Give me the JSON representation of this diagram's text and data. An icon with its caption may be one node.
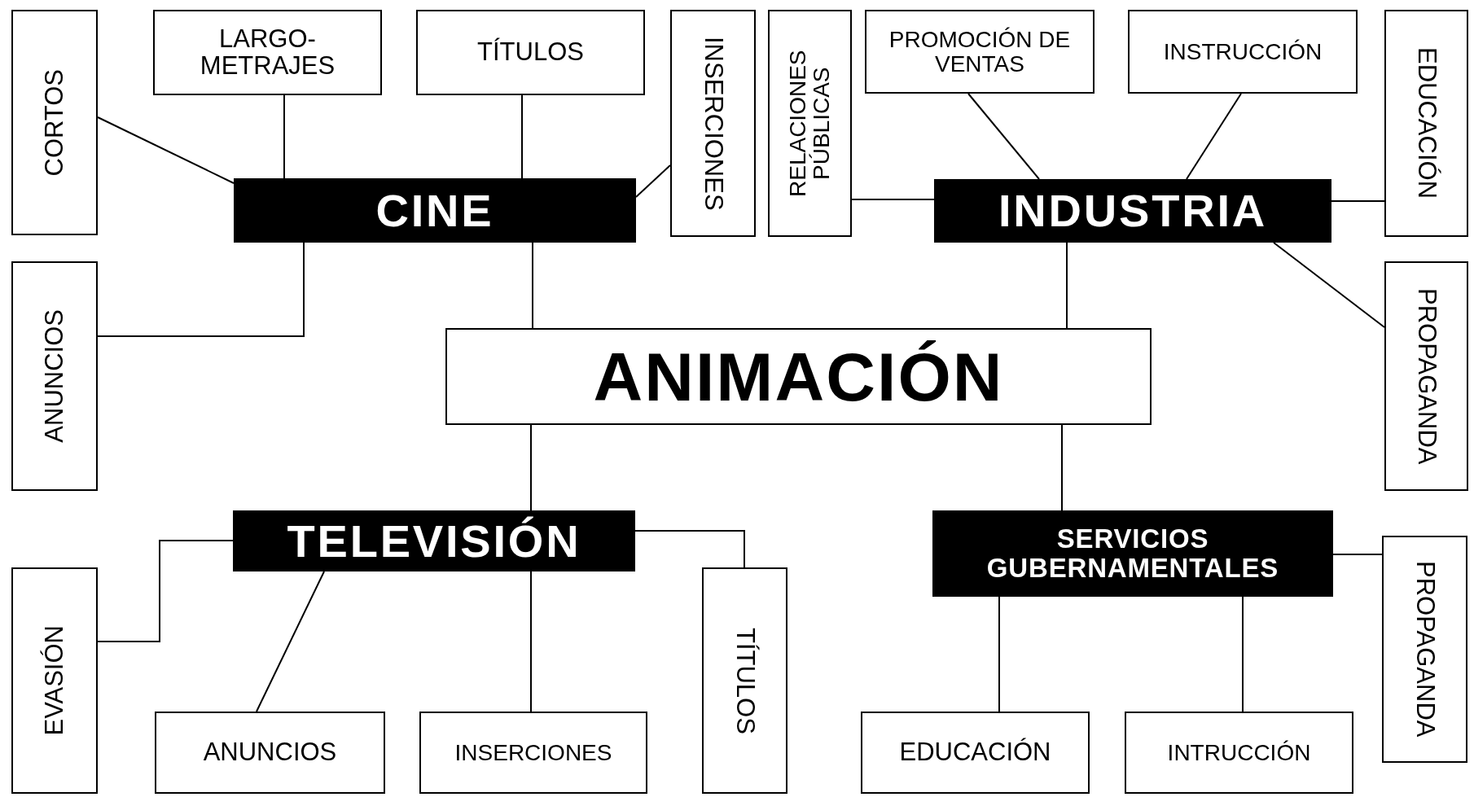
{
  "diagram": {
    "nodes": [
      {
        "text": [
          "ANIMACIÓN"
        ]
      },
      {
        "text": [
          "CINE"
        ]
      },
      {
        "text": [
          "INDUSTRIA"
        ]
      },
      {
        "text": [
          "TELEVISIÓN"
        ]
      },
      {
        "text": [
          "SERVICIOS GUBERNAMENTALES"
        ]
      },
      {
        "text": [
          "CORTOS"
        ]
      },
      {
        "text": [
          "LARGO- METRAJES"
        ]
      },
      {
        "text": [
          "TÍTULOS"
        ]
      },
      {
        "text": [
          "INSERCIONES"
        ]
      },
      {
        "text": [
          "ANUNCIOS"
        ]
      },
      {
        "text": [
          "RELACIONES PÚBLICAS"
        ]
      },
      {
        "text": [
          "PROMOCIÓN DE VENTAS"
        ]
      },
      {
        "text": [
          "INSTRUCCIÓN"
        ]
      },
      {
        "text": [
          "EDUCACIÓN"
        ]
      },
      {
        "text": [
          "PROPAGANDA"
        ]
      },
      {
        "text": [
          "EVASIÓN"
        ]
      },
      {
        "text": [
          "ANUNCIOS"
        ]
      },
      {
        "text": [
          "INSERCIONES"
        ]
      },
      {
        "text": [
          "TÍTULOS"
        ]
      },
      {
        "text": [
          "PROPAGANDA"
        ]
      },
      {
        "text": [
          "EDUCACIÓN"
        ]
      },
      {
        "text": [
          "INTRUCCIÓN"
        ]
      }
    ],
    "edges": [
      {
        "from": 0,
        "to": 1,
        "arrow": "none"
      },
      {
        "from": 0,
        "to": 2,
        "arrow": "none"
      },
      {
        "from": 0,
        "to": 3,
        "arrow": "none"
      },
      {
        "from": 0,
        "to": 4,
        "arrow": "none"
      },
      {
        "from": 1,
        "to": 5,
        "arrow": "none"
      },
      {
        "from": 1,
        "to": 6,
        "arrow": "none"
      },
      {
        "from": 1,
        "to": 7,
        "arrow": "none"
      },
      {
        "from": 1,
        "to": 8,
        "arrow": "none"
      },
      {
        "from": 1,
        "to": 9,
        "arrow": "none"
      },
      {
        "from": 2,
        "to": 10,
        "arrow": "none"
      },
      {
        "from": 2,
        "to": 11,
        "arrow": "none"
      },
      {
        "from": 2,
        "to": 12,
        "arrow": "none"
      },
      {
        "from": 2,
        "to": 13,
        "arrow": "none"
      },
      {
        "from": 2,
        "to": 14,
        "arrow": "none"
      },
      {
        "from": 3,
        "to": 15,
        "arrow": "none"
      },
      {
        "from": 3,
        "to": 16,
        "arrow": "none"
      },
      {
        "from": 3,
        "to": 17,
        "arrow": "none"
      },
      {
        "from": 3,
        "to": 18,
        "arrow": "none"
      },
      {
        "from": 4,
        "to": 19,
        "arrow": "none"
      },
      {
        "from": 4,
        "to": 20,
        "arrow": "none"
      },
      {
        "from": 4,
        "to": 21,
        "arrow": "none"
      }
    ]
  }
}
